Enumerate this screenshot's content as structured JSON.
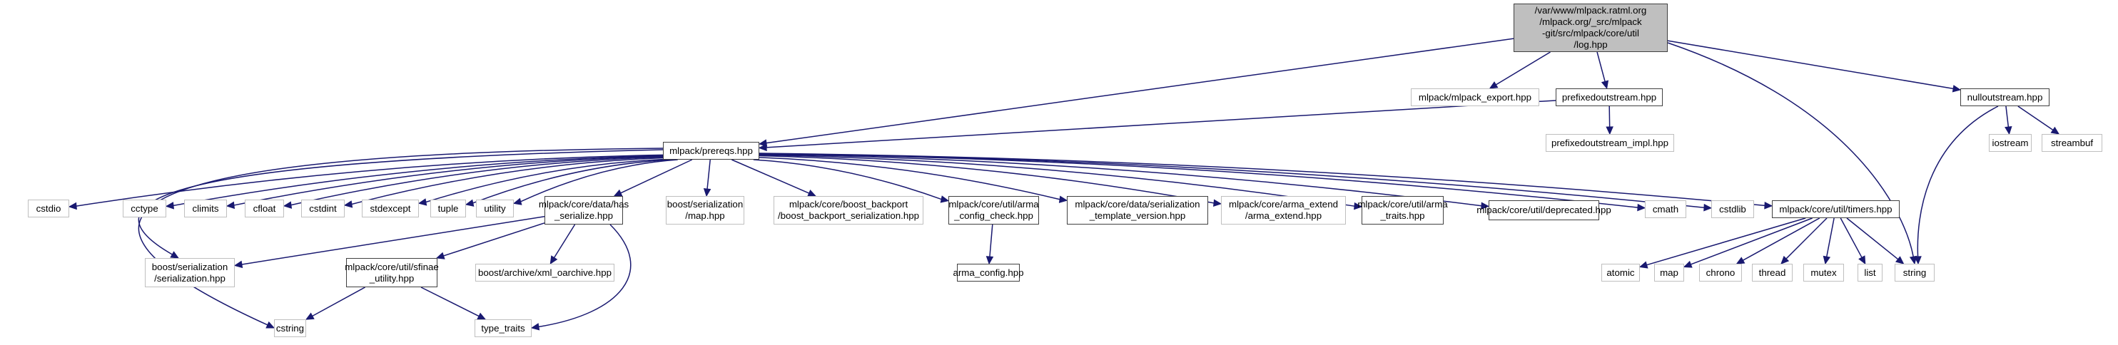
{
  "diagram": {
    "type": "include-dependency-graph",
    "colors": {
      "edge": "#191970",
      "root_fill": "#bfbfbf",
      "documented_border": "#404040",
      "external_border": "#bfbfbf"
    },
    "nodes": [
      {
        "id": "log",
        "label": "/var/www/mlpack.ratml.org\n/mlpack.org/_src/mlpack\n-git/src/mlpack/core/util\n/log.hpp",
        "kind": "root"
      },
      {
        "id": "export",
        "label": "mlpack/mlpack_export.hpp",
        "kind": "external"
      },
      {
        "id": "prefixed",
        "label": "prefixedoutstream.hpp",
        "kind": "documented"
      },
      {
        "id": "nullout",
        "label": "nulloutstream.hpp",
        "kind": "documented"
      },
      {
        "id": "prefixed_impl",
        "label": "prefixedoutstream_impl.hpp",
        "kind": "external"
      },
      {
        "id": "iostream",
        "label": "iostream",
        "kind": "external"
      },
      {
        "id": "streambuf",
        "label": "streambuf",
        "kind": "external"
      },
      {
        "id": "prereqs",
        "label": "mlpack/prereqs.hpp",
        "kind": "documented"
      },
      {
        "id": "cstdio",
        "label": "cstdio",
        "kind": "external"
      },
      {
        "id": "cctype",
        "label": "cctype",
        "kind": "external"
      },
      {
        "id": "climits",
        "label": "climits",
        "kind": "external"
      },
      {
        "id": "cfloat",
        "label": "cfloat",
        "kind": "external"
      },
      {
        "id": "cstdint",
        "label": "cstdint",
        "kind": "external"
      },
      {
        "id": "stdexcept",
        "label": "stdexcept",
        "kind": "external"
      },
      {
        "id": "tuple",
        "label": "tuple",
        "kind": "external"
      },
      {
        "id": "utility",
        "label": "utility",
        "kind": "external"
      },
      {
        "id": "has_serialize",
        "label": "mlpack/core/data/has\n_serialize.hpp",
        "kind": "documented"
      },
      {
        "id": "ser_map",
        "label": "boost/serialization\n/map.hpp",
        "kind": "external"
      },
      {
        "id": "backport",
        "label": "mlpack/core/boost_backport\n/boost_backport_serialization.hpp",
        "kind": "external"
      },
      {
        "id": "arma_cfg_check",
        "label": "mlpack/core/util/arma\n_config_check.hpp",
        "kind": "documented"
      },
      {
        "id": "ser_tpl",
        "label": "mlpack/core/data/serialization\n_template_version.hpp",
        "kind": "documented"
      },
      {
        "id": "arma_extend",
        "label": "mlpack/core/arma_extend\n/arma_extend.hpp",
        "kind": "external"
      },
      {
        "id": "arma_traits",
        "label": "mlpack/core/util/arma\n_traits.hpp",
        "kind": "documented"
      },
      {
        "id": "deprecated",
        "label": "mlpack/core/util/deprecated.hpp",
        "kind": "documented"
      },
      {
        "id": "cmath",
        "label": "cmath",
        "kind": "external"
      },
      {
        "id": "cstdlib",
        "label": "cstdlib",
        "kind": "external"
      },
      {
        "id": "timers",
        "label": "mlpack/core/util/timers.hpp",
        "kind": "documented"
      },
      {
        "id": "ser_ser",
        "label": "boost/serialization\n/serialization.hpp",
        "kind": "external"
      },
      {
        "id": "sfinae",
        "label": "mlpack/core/util/sfinae\n_utility.hpp",
        "kind": "documented"
      },
      {
        "id": "xml_oarchive",
        "label": "boost/archive/xml_oarchive.hpp",
        "kind": "external"
      },
      {
        "id": "arma_config",
        "label": "arma_config.hpp",
        "kind": "documented"
      },
      {
        "id": "atomic",
        "label": "atomic",
        "kind": "external"
      },
      {
        "id": "map",
        "label": "map",
        "kind": "external"
      },
      {
        "id": "chrono",
        "label": "chrono",
        "kind": "external"
      },
      {
        "id": "thread",
        "label": "thread",
        "kind": "external"
      },
      {
        "id": "mutex",
        "label": "mutex",
        "kind": "external"
      },
      {
        "id": "list",
        "label": "list",
        "kind": "external"
      },
      {
        "id": "string",
        "label": "string",
        "kind": "external"
      },
      {
        "id": "cstring",
        "label": "cstring",
        "kind": "external"
      },
      {
        "id": "type_traits",
        "label": "type_traits",
        "kind": "external"
      }
    ],
    "edges": [
      [
        "log",
        "prereqs"
      ],
      [
        "log",
        "export"
      ],
      [
        "log",
        "prefixed"
      ],
      [
        "log",
        "nullout"
      ],
      [
        "log",
        "string"
      ],
      [
        "prefixed",
        "prereqs"
      ],
      [
        "prefixed",
        "prefixed_impl"
      ],
      [
        "nullout",
        "iostream"
      ],
      [
        "nullout",
        "streambuf"
      ],
      [
        "nullout",
        "string"
      ],
      [
        "prereqs",
        "cstdio"
      ],
      [
        "prereqs",
        "cctype"
      ],
      [
        "prereqs",
        "climits"
      ],
      [
        "prereqs",
        "cfloat"
      ],
      [
        "prereqs",
        "cstdint"
      ],
      [
        "prereqs",
        "stdexcept"
      ],
      [
        "prereqs",
        "tuple"
      ],
      [
        "prereqs",
        "utility"
      ],
      [
        "prereqs",
        "has_serialize"
      ],
      [
        "prereqs",
        "ser_map"
      ],
      [
        "prereqs",
        "backport"
      ],
      [
        "prereqs",
        "arma_cfg_check"
      ],
      [
        "prereqs",
        "ser_tpl"
      ],
      [
        "prereqs",
        "arma_extend"
      ],
      [
        "prereqs",
        "arma_traits"
      ],
      [
        "prereqs",
        "deprecated"
      ],
      [
        "prereqs",
        "cmath"
      ],
      [
        "prereqs",
        "cstdlib"
      ],
      [
        "prereqs",
        "timers"
      ],
      [
        "prereqs",
        "ser_ser"
      ],
      [
        "prereqs",
        "cstring"
      ],
      [
        "has_serialize",
        "ser_ser"
      ],
      [
        "has_serialize",
        "sfinae"
      ],
      [
        "has_serialize",
        "xml_oarchive"
      ],
      [
        "has_serialize",
        "type_traits"
      ],
      [
        "arma_cfg_check",
        "arma_config"
      ],
      [
        "sfinae",
        "cstring"
      ],
      [
        "sfinae",
        "type_traits"
      ],
      [
        "timers",
        "atomic"
      ],
      [
        "timers",
        "map"
      ],
      [
        "timers",
        "chrono"
      ],
      [
        "timers",
        "thread"
      ],
      [
        "timers",
        "mutex"
      ],
      [
        "timers",
        "list"
      ],
      [
        "timers",
        "string"
      ]
    ]
  }
}
